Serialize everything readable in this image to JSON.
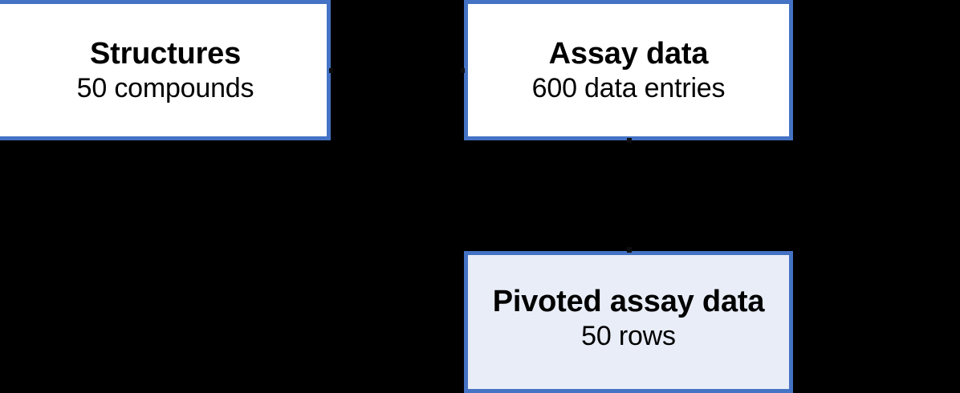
{
  "diagram": {
    "background_color": "#000000",
    "accent_color": "#4472C4",
    "nodes": [
      {
        "id": "structures",
        "title": "Structures",
        "subtitle": "50 compounds",
        "fill_color": "#FFFFFF",
        "border_color": "#4472C4"
      },
      {
        "id": "assay-data",
        "title": "Assay data",
        "subtitle": "600 data entries",
        "fill_color": "#FFFFFF",
        "border_color": "#4472C4"
      },
      {
        "id": "pivoted",
        "title": "Pivoted assay data",
        "subtitle": "50 rows",
        "fill_color": "#E8EDF7",
        "border_color": "#4472C4"
      }
    ],
    "connectors": [
      {
        "id": "structures-to-assay",
        "from": "structures",
        "to": "assay-data",
        "orientation": "horizontal"
      },
      {
        "id": "assay-to-pivoted",
        "from": "assay-data",
        "to": "pivoted",
        "orientation": "vertical"
      }
    ]
  }
}
